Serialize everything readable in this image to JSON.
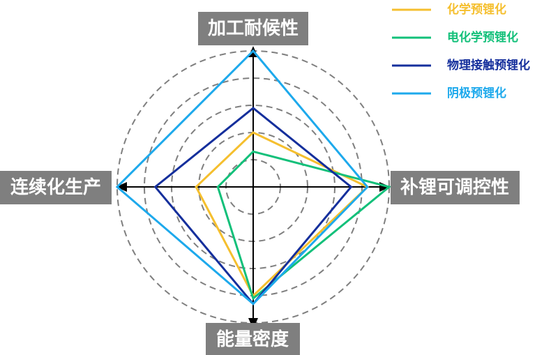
{
  "chart_data": {
    "type": "radar",
    "axes": [
      "加工耐候性",
      "补锂可调控性",
      "能量密度",
      "连续化生产"
    ],
    "rings": 5,
    "max": 5,
    "grid": "dashed concentric circles",
    "legend_position": "top-right",
    "series": [
      {
        "name": "化学预锂化",
        "color": "#F5BF2E",
        "values": [
          2.0,
          4.2,
          4.0,
          2.1
        ]
      },
      {
        "name": "电化学预锂化",
        "color": "#13C07A",
        "values": [
          1.3,
          5.0,
          4.1,
          1.3
        ]
      },
      {
        "name": "物理接触预锂化",
        "color": "#152F9C",
        "values": [
          2.9,
          3.6,
          4.3,
          3.6
        ]
      },
      {
        "name": "阴极预锂化",
        "color": "#1DA9EC",
        "values": [
          5.0,
          4.2,
          4.3,
          5.0
        ]
      }
    ]
  }
}
